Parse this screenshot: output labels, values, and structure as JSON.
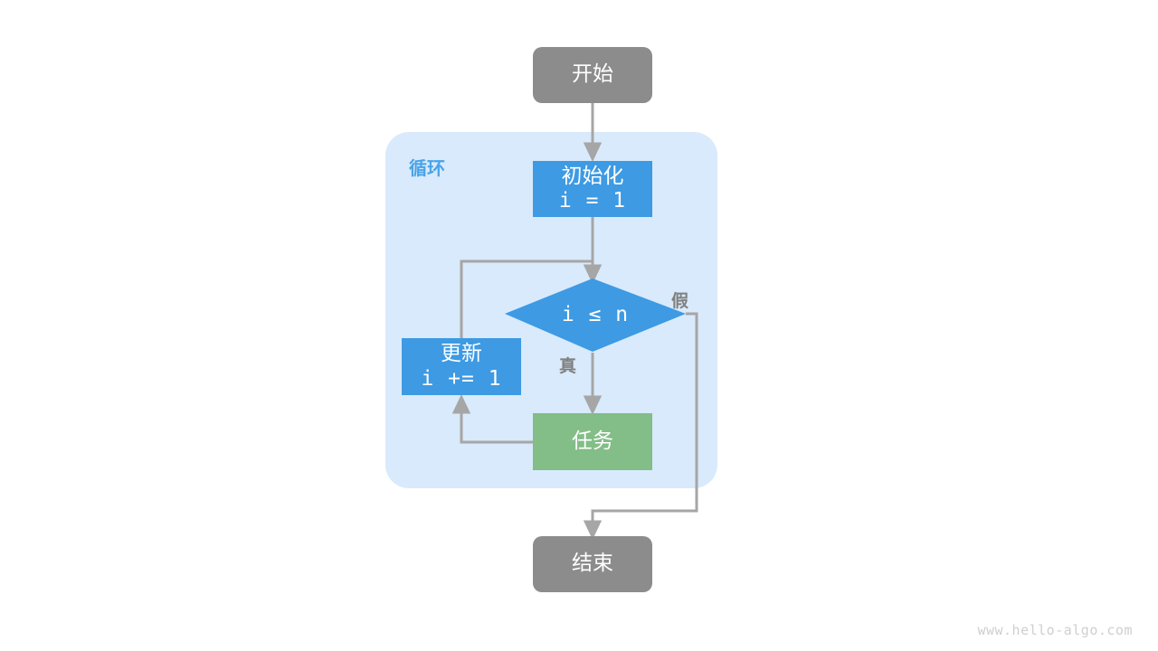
{
  "diagram": {
    "title_watermark": "www.hello-algo.com",
    "group": {
      "label": "循环",
      "fill": "#d8eafb"
    },
    "nodes": {
      "start": {
        "label": "开始",
        "fill": "#8c8c8c",
        "shape": "rounded-rect"
      },
      "init": {
        "label_line1": "初始化",
        "label_line2": "i = 1",
        "fill": "#3d9ae3",
        "shape": "rect"
      },
      "condition": {
        "label": "i ≤ n",
        "fill": "#3d9ae3",
        "shape": "diamond"
      },
      "update": {
        "label_line1": "更新",
        "label_line2": "i += 1",
        "fill": "#3d9ae3",
        "shape": "rect"
      },
      "task": {
        "label": "任务",
        "fill": "#83bd87",
        "shape": "rect"
      },
      "end": {
        "label": "结束",
        "fill": "#8c8c8c",
        "shape": "rounded-rect"
      }
    },
    "edges": {
      "true_label": "真",
      "false_label": "假",
      "stroke": "#a6a6a6"
    }
  }
}
